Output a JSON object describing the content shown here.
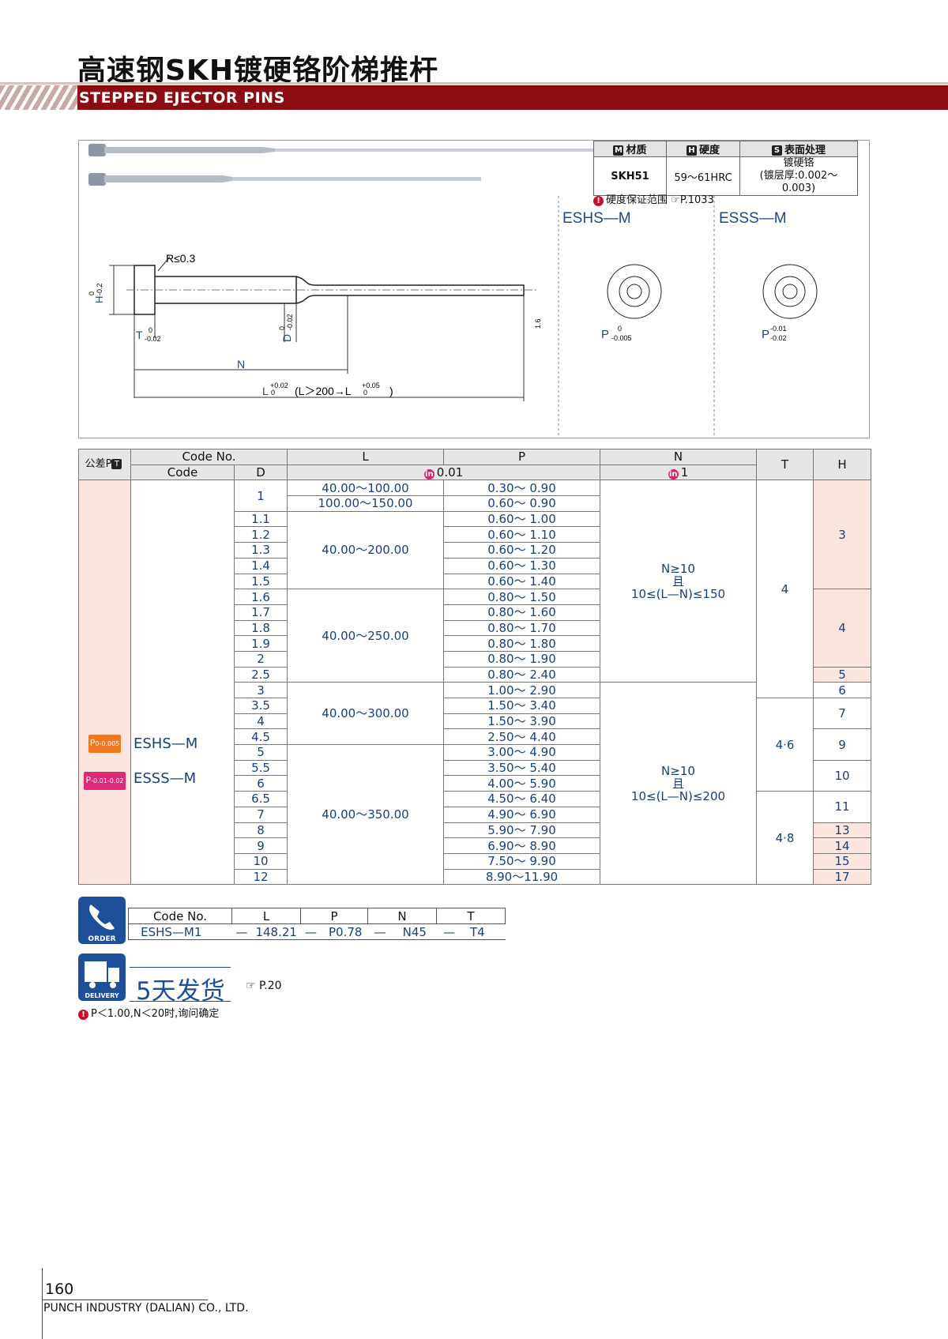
{
  "header": {
    "title": "高速钢SKH镀硬铬阶梯推杆",
    "subtitle": "STEPPED EJECTOR PINS"
  },
  "spec": {
    "material_badge": "M",
    "material_label": "材质",
    "hardness_badge": "H",
    "hardness_label": "硬度",
    "surface_badge": "S",
    "surface_label": "表面处理",
    "material_value": "SKH51",
    "hardness_value": "59～61HRC",
    "surface_value_1": "镀硬铬",
    "surface_value_2": "(镀层厚:0.002～0.003)",
    "hardness_note": "硬度保证范围",
    "hardness_note_ref": "P.1033"
  },
  "drawing": {
    "label_r": "R≤0.3",
    "label_h": "H",
    "label_h_tol_top": "0",
    "label_h_tol_bot": "-0.2",
    "label_t": "T",
    "label_t_tol_top": "0",
    "label_t_tol_bot": "-0.02",
    "label_d": "D",
    "label_d_tol_top": "0",
    "label_d_tol_bot": "-0.02",
    "label_n": "N",
    "label_l_1": "L",
    "label_l_tol_a_top": "+0.02",
    "label_l_tol_a_bot": "0",
    "label_l_2": "(L＞200→L",
    "label_l_tol_b_top": "+0.05",
    "label_l_tol_b_bot": "0",
    "label_l_3": ")",
    "label_finish": "1.6",
    "view1_title": "ESHS—M",
    "view1_label": "P",
    "view1_tol_top": "0",
    "view1_tol_bot": "-0.005",
    "view2_title": "ESSS—M",
    "view2_label": "P",
    "view2_tol_top": "-0.01",
    "view2_tol_bot": "-0.02"
  },
  "table": {
    "h_tol": "公差P",
    "h_tol_badge": "T",
    "h_codeno": "Code No.",
    "h_code": "Code",
    "h_d": "D",
    "h_l": "L",
    "h_p": "P",
    "h_n": "N",
    "h_t": "T",
    "h_h": "H",
    "unit_lp": "0.01",
    "unit_n": "1",
    "unit_badge": "in",
    "tol_p1": "P-0.005",
    "tol_p1_label": "P",
    "tol_p1_top": "0",
    "tol_p1_bot": "-0.005",
    "tol_p2_label": "P",
    "tol_p2_top": "-0.01",
    "tol_p2_bot": "-0.02",
    "code1": "ESHS—M",
    "code2": "ESSS—M",
    "d": [
      "1",
      "1.1",
      "1.2",
      "1.3",
      "1.4",
      "1.5",
      "1.6",
      "1.7",
      "1.8",
      "1.9",
      "2",
      "2.5",
      "3",
      "3.5",
      "4",
      "4.5",
      "5",
      "5.5",
      "6",
      "6.5",
      "7",
      "8",
      "9",
      "10",
      "12"
    ],
    "l_1a": "40.00～100.00",
    "l_1b": "100.00～150.00",
    "l_2": "40.00～200.00",
    "l_3": "40.00～250.00",
    "l_4": "40.00～300.00",
    "l_5": "40.00～350.00",
    "p": [
      "0.30～ 0.90",
      "0.60～ 0.90",
      "0.60～ 1.00",
      "0.60～ 1.10",
      "0.60～ 1.20",
      "0.60～ 1.30",
      "0.60～ 1.40",
      "0.80～ 1.50",
      "0.80～ 1.60",
      "0.80～ 1.70",
      "0.80～ 1.80",
      "0.80～ 1.90",
      "0.80～ 2.40",
      "1.00～ 2.90",
      "1.50～ 3.40",
      "1.50～ 3.90",
      "2.50～ 4.40",
      "3.00～ 4.90",
      "3.50～ 5.40",
      "4.00～ 5.90",
      "4.50～ 6.40",
      "4.90～ 6.90",
      "5.90～ 7.90",
      "6.90～ 8.90",
      "7.50～ 9.90",
      "8.90～11.90"
    ],
    "n1_a": "N≥10",
    "n1_b": "且",
    "n1_c": "10≤(L—N)≤150",
    "n2_a": "N≥10",
    "n2_b": "且",
    "n2_c": "10≤(L—N)≤200",
    "t_1": "4",
    "t_2": "4·6",
    "t_3": "4·8",
    "h": [
      "3",
      "4",
      "5",
      "6",
      "7",
      "9",
      "10",
      "11",
      "13",
      "14",
      "15",
      "17"
    ]
  },
  "order": {
    "icon_label": "ORDER",
    "headers": [
      "Code No.",
      "L",
      "P",
      "N",
      "T"
    ],
    "values": [
      "ESHS—M1",
      "—",
      "148.21",
      "—",
      "P0.78",
      "—",
      "N45",
      "—",
      "T4"
    ]
  },
  "delivery": {
    "icon_label": "DELIVERY",
    "text": "5天发货",
    "ref": "P.20",
    "note": "P＜1.00,N＜20时,询问确定"
  },
  "footer": {
    "page": "160",
    "company": "PUNCH INDUSTRY (DALIAN) CO., LTD."
  }
}
